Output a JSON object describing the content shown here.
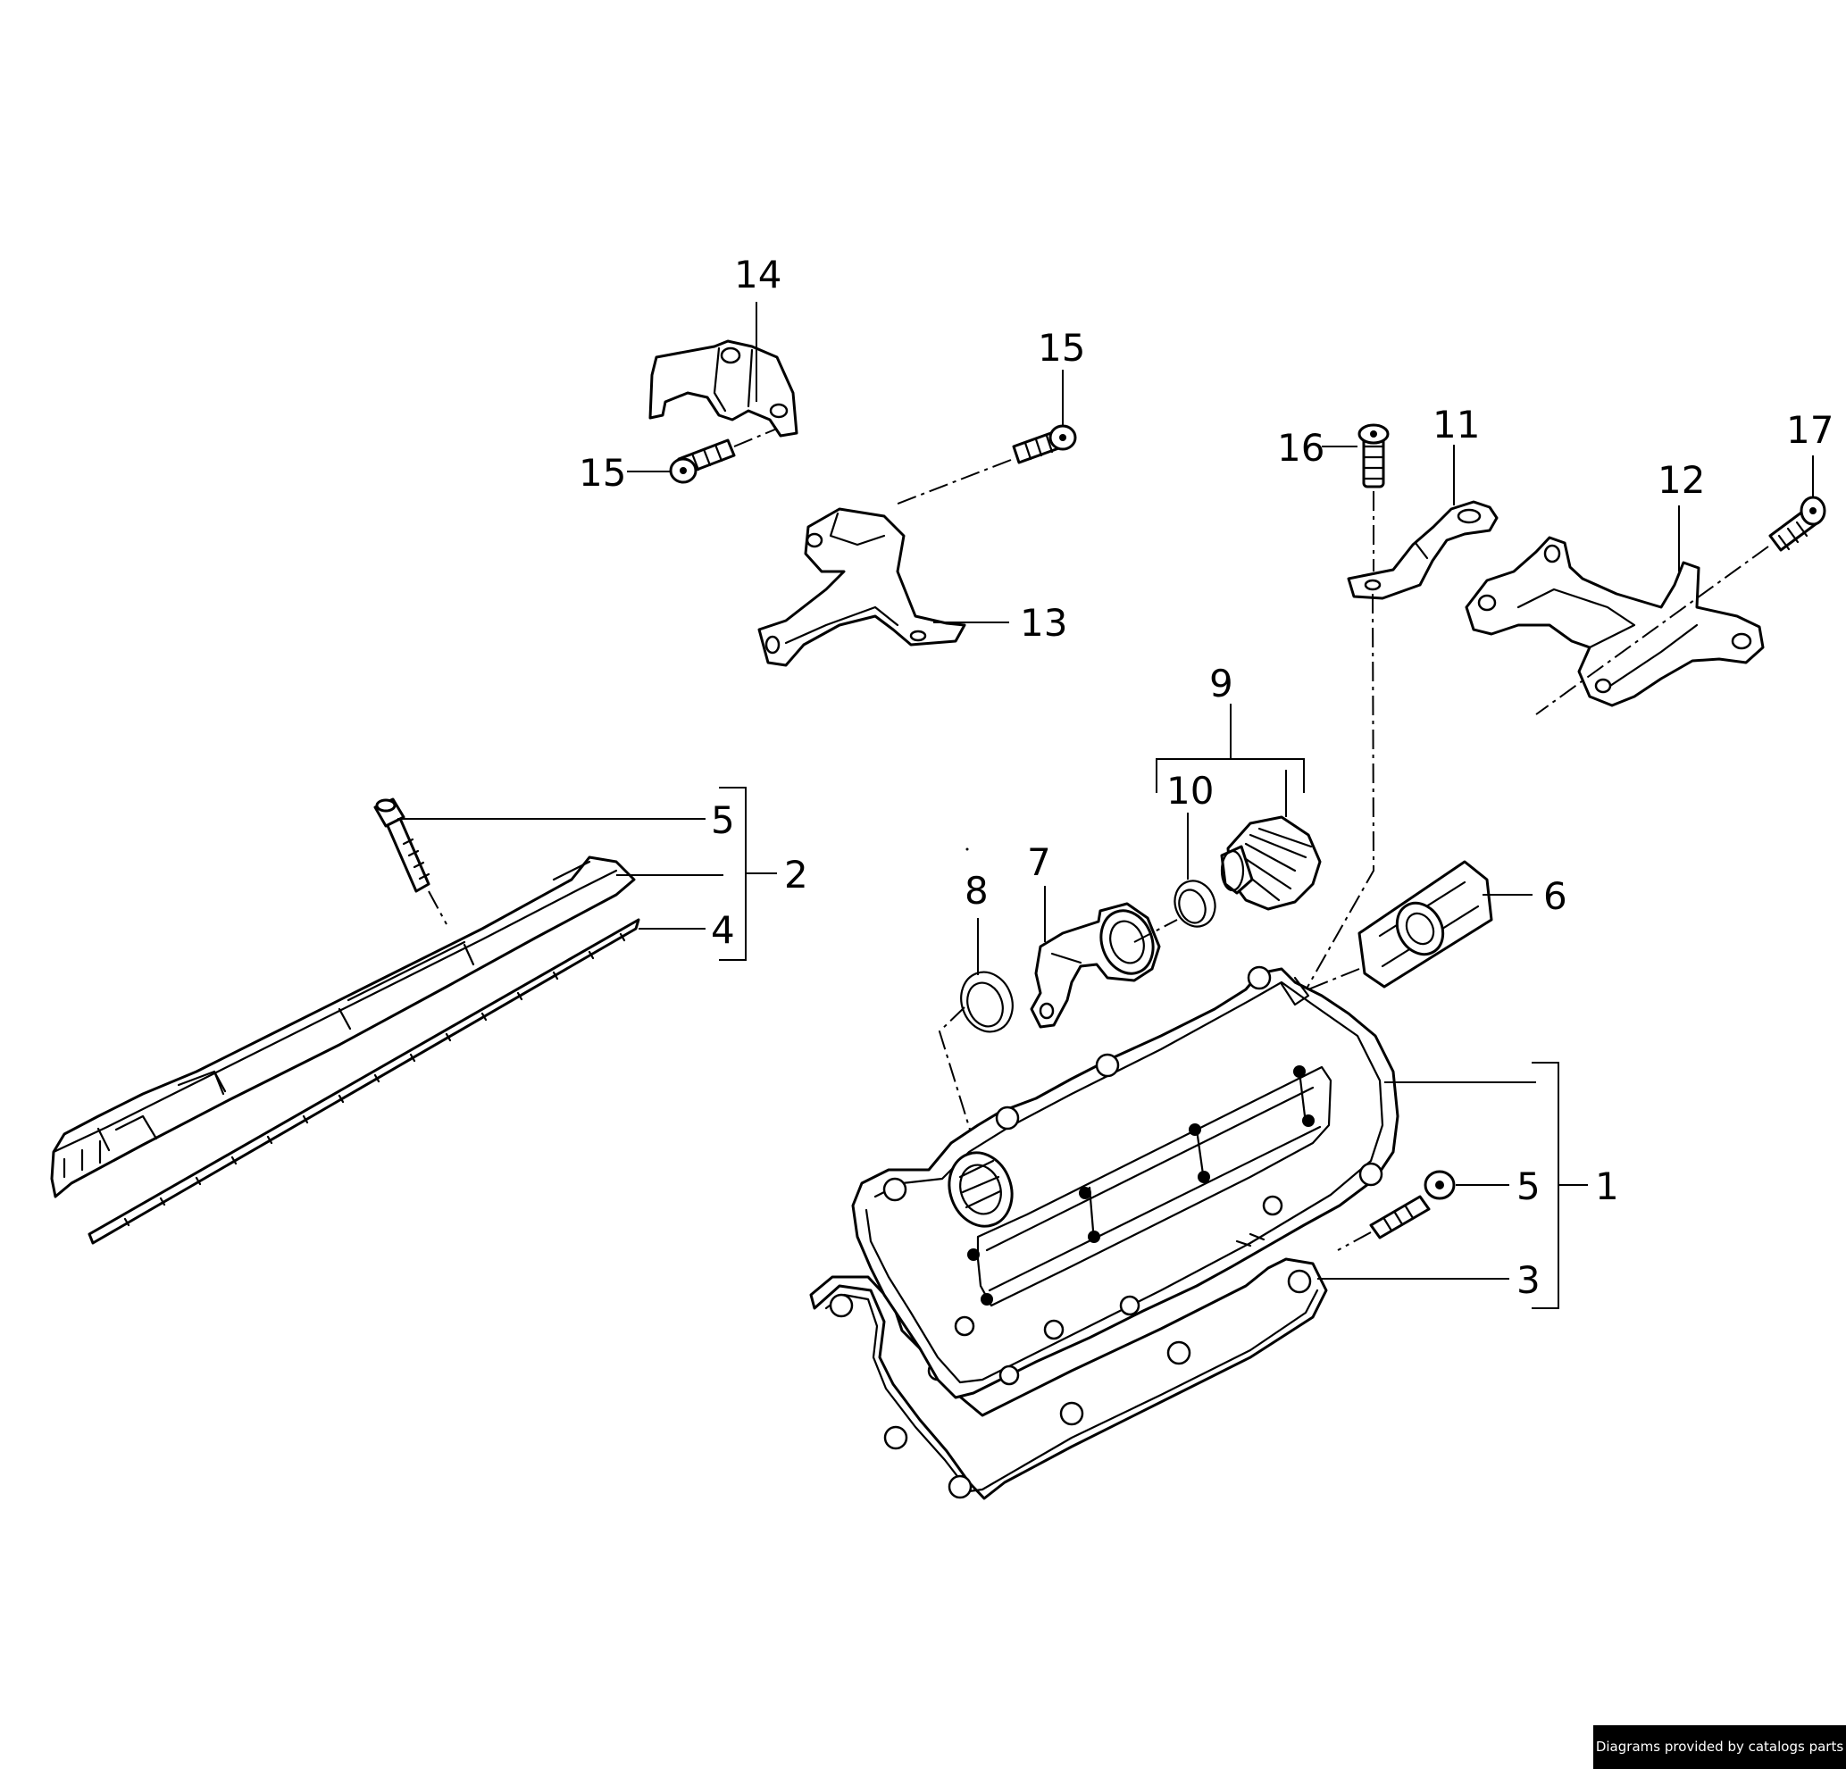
{
  "diagram": {
    "callouts": {
      "c14": "14",
      "c15_top": "15",
      "c15_left": "15",
      "c13": "13",
      "c16": "16",
      "c11": "11",
      "c12": "12",
      "c17": "17",
      "c9": "9",
      "c10": "10",
      "c7": "7",
      "c8": "8",
      "c6": "6",
      "c5_left": "5",
      "c2": "2",
      "c4": "4",
      "c5_right": "5",
      "c1": "1",
      "c3": "3"
    }
  },
  "footer": {
    "credit": "Diagrams provided by catalogs parts"
  }
}
